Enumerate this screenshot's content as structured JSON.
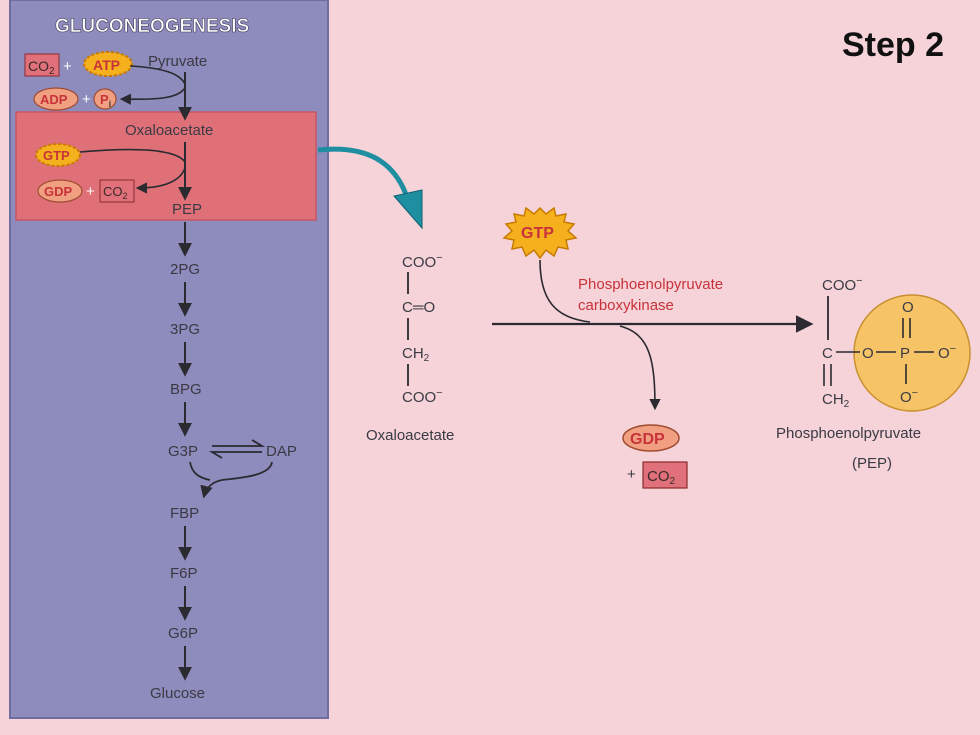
{
  "panel": {
    "title": "GLUCONEOGENESIS",
    "pyruvate": "Pyruvate",
    "oxaloacetate": "Oxaloacetate",
    "pep": "PEP",
    "pg2": "2PG",
    "pg3": "3PG",
    "bpg": "BPG",
    "g3p": "G3P",
    "dap": "DAP",
    "fbp": "FBP",
    "f6p": "F6P",
    "g6p": "G6P",
    "glucose": "Glucose",
    "co2": "CO",
    "co2_sub": "2",
    "atp": "ATP",
    "adp": "ADP",
    "pi": "P",
    "pi_sub": "i",
    "gtp": "GTP",
    "gdp": "GDP",
    "plus": "+"
  },
  "step_label": "Step 2",
  "reaction": {
    "gtp": "GTP",
    "gdp": "GDP",
    "plus": "+",
    "co2": "CO",
    "co2_sub": "2",
    "enzyme_line1": "Phosphoenolpyruvate",
    "enzyme_line2": "carboxykinase",
    "substrate_name": "Oxaloacetate",
    "product_name_line1": "Phosphoenolpyruvate",
    "product_name_line2": "(PEP)"
  },
  "oxaloacetate_structure": {
    "coo_top": "COO",
    "charge": "−",
    "carbonyl": "C═O",
    "ch2": "CH",
    "ch2_sub": "2",
    "coo_bottom": "COO"
  },
  "pep_structure": {
    "coo": "COO",
    "charge": "−",
    "c": "C",
    "ch2": "CH",
    "ch2_sub": "2",
    "o_left": "O",
    "p": "P",
    "o_right": "O",
    "o_top": "O",
    "o_bottom": "O",
    "bond_dash": "−"
  },
  "colors": {
    "background": "#f5d3d8",
    "panel": "#8e8bbd",
    "highlight": "#e07078",
    "co2_box": "#e0707a",
    "gtp_burst": "#f5b01e",
    "phosphate_circle": "#f6c466",
    "arrow_teal": "#1e8ea0"
  }
}
